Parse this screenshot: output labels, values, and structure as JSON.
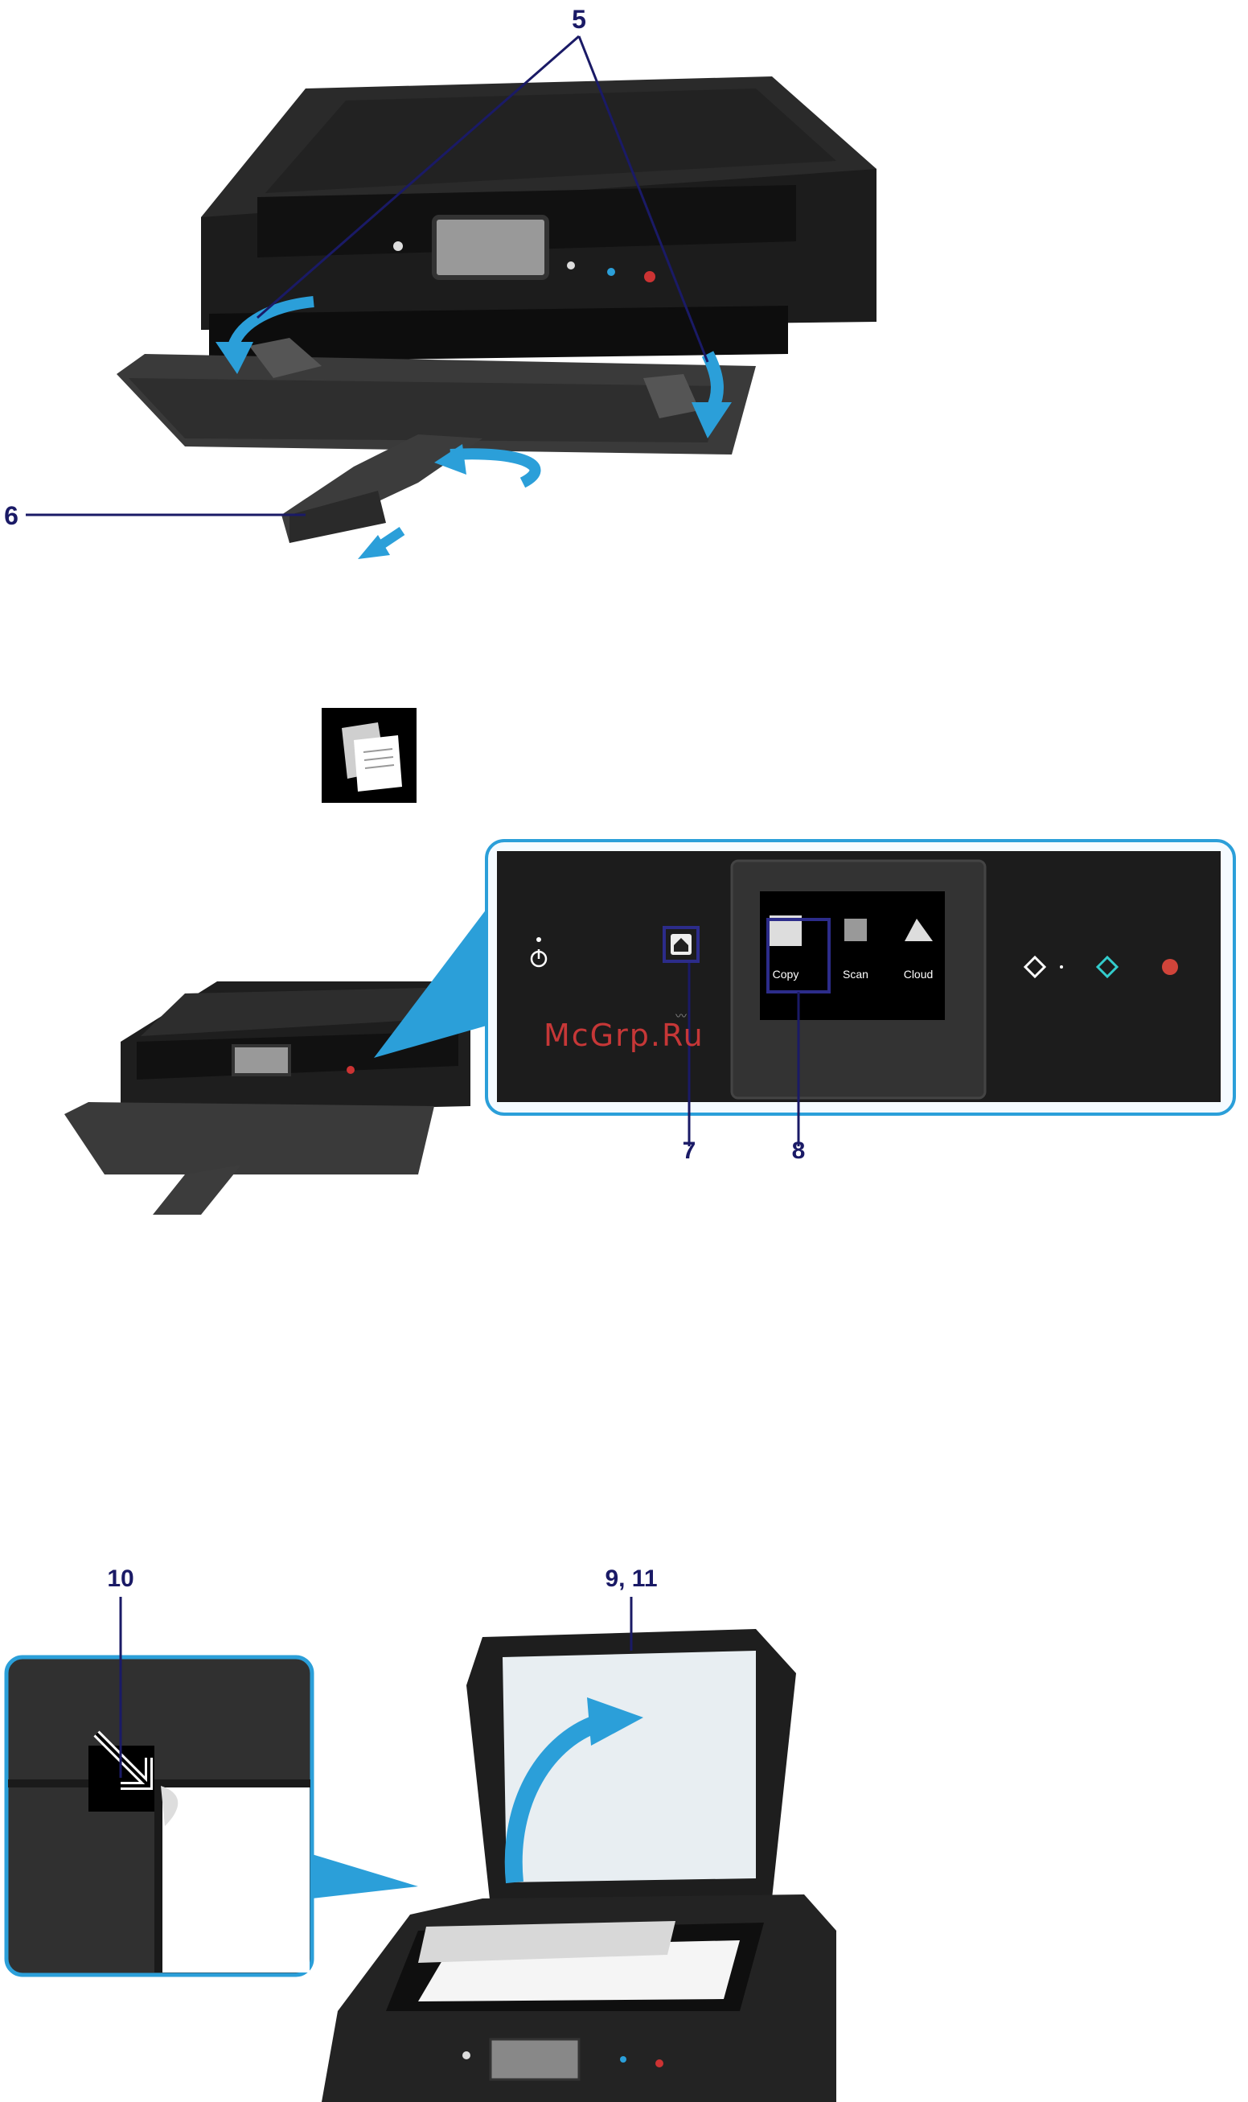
{
  "figure1": {
    "callouts": [
      "5",
      "6"
    ]
  },
  "copy_icon": {
    "name": "copy-document-icon"
  },
  "figure2": {
    "callouts": [
      "7",
      "8"
    ],
    "lcd_items": [
      "Copy",
      "Scan",
      "Cloud"
    ],
    "watermark": "McGrp.Ru"
  },
  "figure3": {
    "callouts": [
      "10",
      "9, 11"
    ]
  },
  "colors": {
    "callout": "#1a1a66",
    "highlight": "#2b9fd9",
    "arrow": "#2b9fd9"
  }
}
